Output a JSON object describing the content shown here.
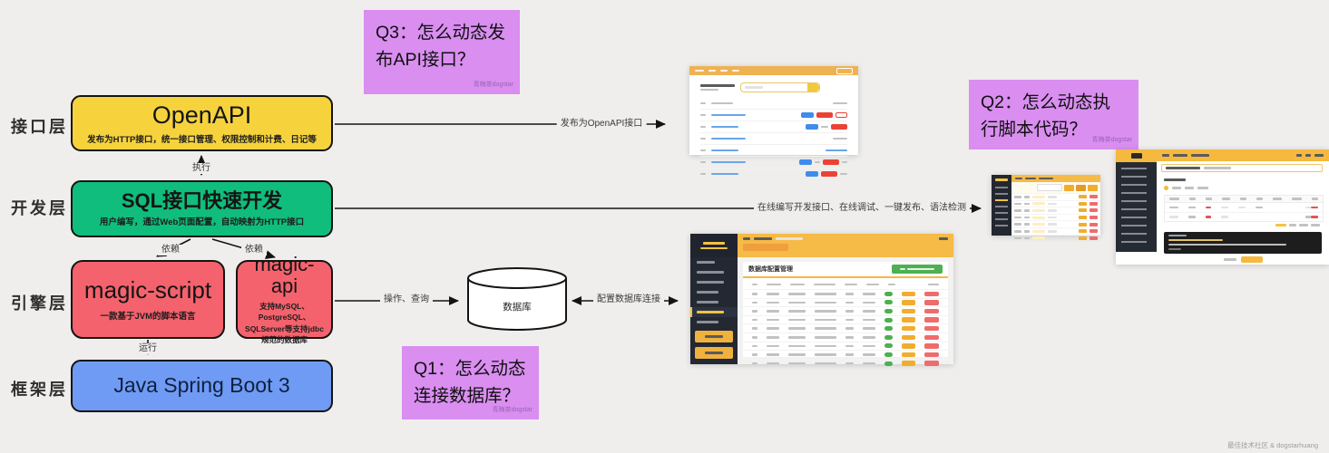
{
  "palette": {
    "background": "#efeeec",
    "note_purple": "#d98ef0",
    "box_yellow": "#f6d33d",
    "box_green": "#10bd7d",
    "box_red": "#f4626d",
    "box_blue": "#6f9bf5",
    "admin_orange": "#f5b93f",
    "sidebar_dark": "#23272f",
    "success_green": "#4db052",
    "danger_red": "#ef5350",
    "chip_yellow": "#f0ad2e",
    "link_blue": "#3f8cec"
  },
  "layers": [
    {
      "label": "接口层"
    },
    {
      "label": "开发层"
    },
    {
      "label": "引擎层"
    },
    {
      "label": "框架层"
    }
  ],
  "nodes": {
    "openapi": {
      "title": "OpenAPI",
      "subtitle": "发布为HTTP接口，统一接口管理、权限控制和计费、日记等"
    },
    "sql_dev": {
      "title": "SQL接口快速开发",
      "subtitle": "用户编写，通过Web页面配置，自动映射为HTTP接口"
    },
    "magic_script": {
      "title": "magic-script",
      "subtitle": "一款基于JVM的脚本语言"
    },
    "magic_api": {
      "title": "magic-api",
      "subtitle": "支持MySQL、PostgreSQL、SQLServer等支持jdbc规范的数据库"
    },
    "spring_boot": {
      "title": "Java Spring Boot 3"
    },
    "database": {
      "label": "数据库"
    }
  },
  "edges": {
    "execute": {
      "label": "执行"
    },
    "depend_left": {
      "label": "依赖"
    },
    "depend_right": {
      "label": "依赖"
    },
    "run": {
      "label": "运行"
    },
    "publish_api": {
      "label": "发布为OpenAPI接口"
    },
    "online_dev": {
      "label": "在线编写开发接口、在线调试、一键发布、语法检测"
    },
    "operate_query": {
      "label": "操作、查询"
    },
    "configure_db": {
      "label": "配置数据库连接"
    }
  },
  "notes": {
    "q3": {
      "text": "Q3：怎么动态发布API接口？",
      "watermark": "青梅茶dogstar"
    },
    "q2": {
      "text": "Q2：怎么动态执行脚本代码？",
      "watermark": "青梅茶dogstar"
    },
    "q1": {
      "text": "Q1：怎么动态连接数据库？",
      "watermark": "青梅茶dogstar"
    }
  },
  "screenshots": {
    "db_config_admin": {
      "panel_title": "数据库配置管理"
    }
  },
  "page": {
    "watermark": "最佳技术社区 & dogstarhuang"
  }
}
